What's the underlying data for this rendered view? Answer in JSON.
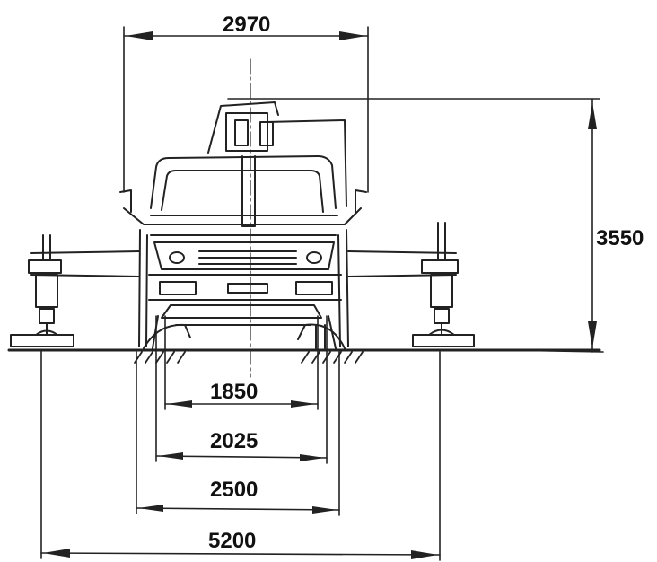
{
  "dimensions": {
    "crane_width": "2970",
    "crane_height": "3550",
    "track_1850": "1850",
    "track_2025": "2025",
    "track_2500": "2500",
    "outrigger_span": "5200"
  },
  "colors": {
    "ink": "#222222",
    "paper": "#ffffff"
  }
}
